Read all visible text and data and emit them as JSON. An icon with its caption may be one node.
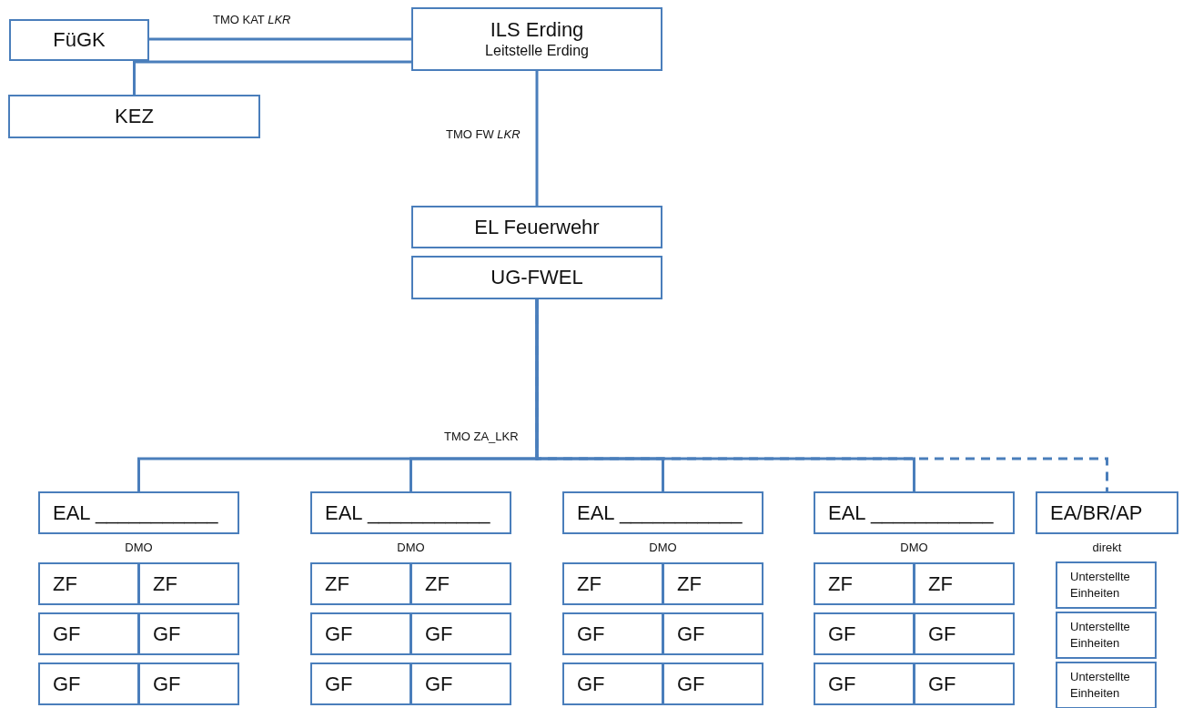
{
  "diagram": {
    "nodes": [
      {
        "text": [
          "FüGK"
        ]
      },
      {
        "text": [
          "KEZ"
        ]
      },
      {
        "text": [
          "ILS Erding",
          "Leitstelle Erding"
        ]
      },
      {
        "text": [
          "EL Feuerwehr"
        ]
      },
      {
        "text": [
          "UG-FWEL"
        ]
      },
      {
        "text": [
          "EAL ___________"
        ],
        "beside": [
          "DMO"
        ]
      },
      {
        "text": [
          "EAL ___________"
        ],
        "beside": [
          "DMO"
        ]
      },
      {
        "text": [
          "EAL ___________"
        ],
        "beside": [
          "DMO"
        ]
      },
      {
        "text": [
          "EAL ___________"
        ],
        "beside": [
          "DMO"
        ]
      },
      {
        "text": [
          "EA/BR/AP"
        ],
        "beside": [
          "direkt"
        ]
      },
      {
        "text": [
          "ZF"
        ]
      },
      {
        "text": [
          "ZF"
        ]
      },
      {
        "text": [
          "GF"
        ]
      },
      {
        "text": [
          "GF"
        ]
      },
      {
        "text": [
          "GF"
        ]
      },
      {
        "text": [
          "GF"
        ]
      },
      {
        "text": [
          "ZF"
        ]
      },
      {
        "text": [
          "ZF"
        ]
      },
      {
        "text": [
          "GF"
        ]
      },
      {
        "text": [
          "GF"
        ]
      },
      {
        "text": [
          "GF"
        ]
      },
      {
        "text": [
          "GF"
        ]
      },
      {
        "text": [
          "ZF"
        ]
      },
      {
        "text": [
          "ZF"
        ]
      },
      {
        "text": [
          "GF"
        ]
      },
      {
        "text": [
          "GF"
        ]
      },
      {
        "text": [
          "GF"
        ]
      },
      {
        "text": [
          "GF"
        ]
      },
      {
        "text": [
          "ZF"
        ]
      },
      {
        "text": [
          "ZF"
        ]
      },
      {
        "text": [
          "GF"
        ]
      },
      {
        "text": [
          "GF"
        ]
      },
      {
        "text": [
          "GF"
        ]
      },
      {
        "text": [
          "GF"
        ]
      },
      {
        "text": [
          "Unterstellte Einheiten"
        ]
      },
      {
        "text": [
          "Unterstellte Einheiten"
        ]
      },
      {
        "text": [
          "Unterstellte Einheiten"
        ]
      }
    ],
    "edges": [
      {
        "from": 2,
        "to": 0,
        "arrow": "none",
        "label": "TMO KAT *LKR*"
      },
      {
        "from": 2,
        "to": 1,
        "arrow": "none"
      },
      {
        "from": 2,
        "to": 3,
        "arrow": "none",
        "label": "TMO FW *LKR*"
      },
      {
        "from": 4,
        "to": 5,
        "arrow": "none",
        "label": "TMO ZA_LKR"
      },
      {
        "from": 4,
        "to": 6,
        "arrow": "none"
      },
      {
        "from": 4,
        "to": 7,
        "arrow": "none"
      },
      {
        "from": 4,
        "to": 8,
        "arrow": "none"
      },
      {
        "from": 4,
        "to": 9,
        "arrow": "none",
        "style": "dashed"
      }
    ]
  }
}
